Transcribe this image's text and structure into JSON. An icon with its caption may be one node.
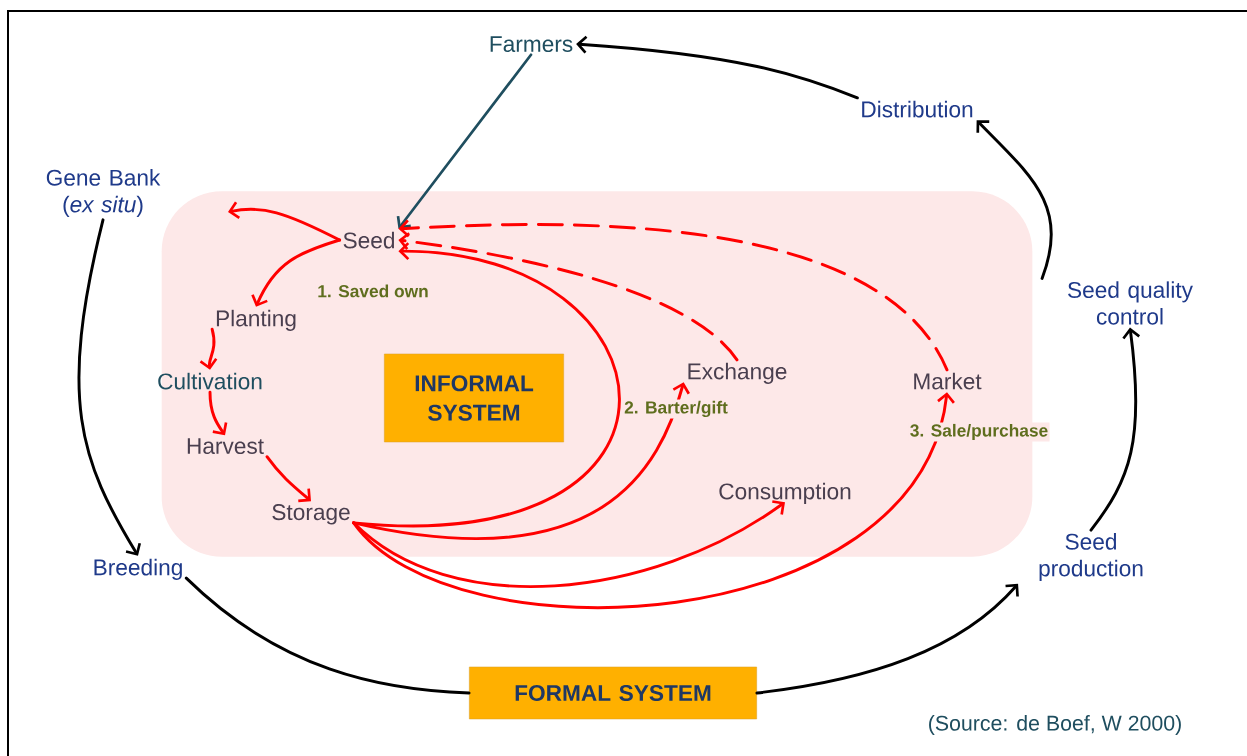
{
  "diagram": {
    "nodes": [
      {
        "text": [],
        "shape": "box"
      },
      {
        "text": [
          "Farmers"
        ]
      },
      {
        "text": [
          "Gene Bank (*ex situ*)"
        ]
      },
      {
        "text": [
          "Seed"
        ],
        "in": 0
      },
      {
        "text": [
          "Planting"
        ],
        "in": 0
      },
      {
        "text": [
          "Cultivation"
        ],
        "in": 0
      },
      {
        "text": [
          "Harvest"
        ],
        "in": 0
      },
      {
        "text": [
          "Storage"
        ],
        "in": 0
      },
      {
        "text": [
          "INFORMAL SYSTEM"
        ],
        "in": 0
      },
      {
        "text": [
          "Exchange"
        ],
        "in": 0
      },
      {
        "text": [
          "Market"
        ],
        "in": 0
      },
      {
        "text": [
          "Consumption"
        ],
        "in": 0
      },
      {
        "text": [
          "Distribution"
        ]
      },
      {
        "text": [
          "Seed quality control"
        ]
      },
      {
        "text": [
          "Breeding"
        ]
      },
      {
        "text": [
          "Seed production"
        ]
      },
      {
        "text": [
          "FORMAL SYSTEM"
        ]
      }
    ],
    "edges": [
      {
        "from": 1,
        "to": 3,
        "arrow": "to",
        "color": "#1f4e5f"
      },
      {
        "from": 3,
        "to": null,
        "arrow": "to"
      },
      {
        "from": 3,
        "to": 4,
        "arrow": "to"
      },
      {
        "from": 4,
        "to": 5,
        "arrow": "to"
      },
      {
        "from": 5,
        "to": 6,
        "arrow": "to"
      },
      {
        "from": 6,
        "to": 7,
        "arrow": "to"
      },
      {
        "from": 7,
        "to": 3,
        "arrow": "to",
        "label": "1. Saved own"
      },
      {
        "from": 7,
        "to": 9,
        "arrow": "to",
        "label": "2. Barter/gift"
      },
      {
        "from": 7,
        "to": 11,
        "arrow": "to"
      },
      {
        "from": 7,
        "to": 10,
        "arrow": "to",
        "label": "3. Sale/purchase"
      },
      {
        "from": 9,
        "to": 3,
        "arrow": "to",
        "style": "dashed"
      },
      {
        "from": 10,
        "to": 3,
        "arrow": "to",
        "style": "dashed"
      },
      {
        "from": 2,
        "to": 14,
        "arrow": "to",
        "color": "#000000"
      },
      {
        "from": 14,
        "to": 16,
        "arrow": "none",
        "color": "#000000"
      },
      {
        "from": 16,
        "to": 15,
        "arrow": "to",
        "color": "#000000"
      },
      {
        "from": 15,
        "to": 13,
        "arrow": "to",
        "color": "#000000"
      },
      {
        "from": 13,
        "to": 12,
        "arrow": "to",
        "color": "#000000"
      },
      {
        "from": 12,
        "to": 1,
        "arrow": "to",
        "color": "#000000"
      }
    ],
    "labels": [
      "(Source: de Boef, W 2000)"
    ]
  }
}
